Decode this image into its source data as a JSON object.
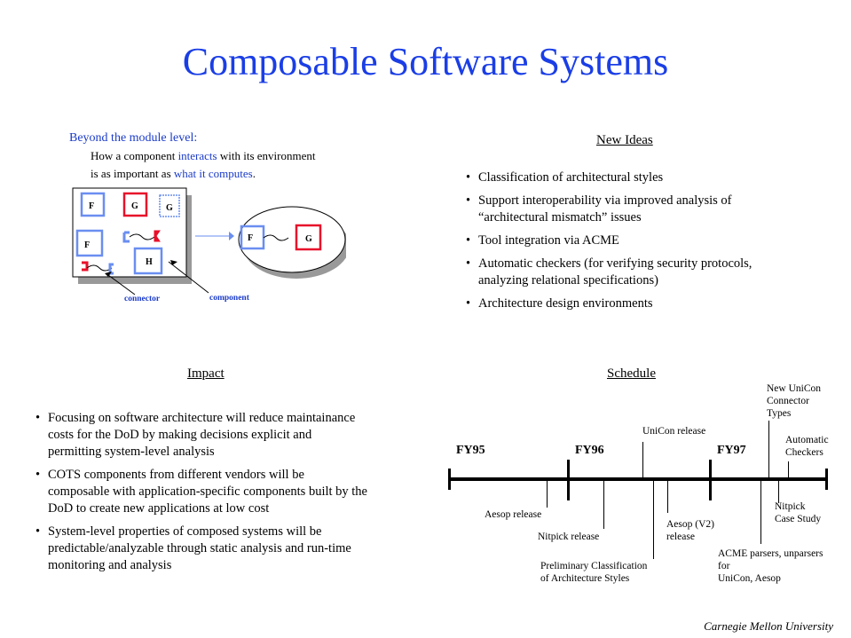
{
  "title": "Composable Software Systems",
  "intro": {
    "heading": "Beyond the module level:",
    "line1_a": "How a component ",
    "line1_b": "interacts",
    "line1_c": " with its environment",
    "line2_a": "is as important as ",
    "line2_b": "what it computes",
    "line2_c": "."
  },
  "diagram": {
    "labels": {
      "f": "F",
      "g": "G",
      "h": "H"
    },
    "connector_label": "connector",
    "component_label": "component"
  },
  "new_ideas": {
    "heading": "New Ideas",
    "items": [
      "Classification of architectural styles",
      "Support interoperability via improved analysis of “architectural mismatch” issues",
      "Tool integration via ACME",
      "Automatic checkers (for verifying security protocols, analyzing relational specifications)",
      "Architecture design environments"
    ]
  },
  "impact": {
    "heading": "Impact",
    "items": [
      "Focusing on software architecture will reduce maintainance costs for the DoD by making decisions explicit and permitting system-level analysis",
      "COTS components from different vendors will be composable with application-specific components built by the DoD to create new applications at low cost",
      "System-level properties of composed systems will be predictable/analyzable through static analysis and run-time monitoring and analysis"
    ]
  },
  "schedule": {
    "heading": "Schedule",
    "years": [
      "FY95",
      "FY96",
      "FY97"
    ],
    "events": [
      "Aesop release",
      "Nitpick release",
      "UniCon release",
      "Preliminary Classification\nof Architecture Styles",
      "Aesop (V2)\nrelease",
      "ACME parsers, unparsers\nfor\nUniCon, Aesop",
      "New UniCon\nConnector\nTypes",
      "Nitpick\nCase Study",
      "Automatic\nCheckers"
    ]
  },
  "footer": "Carnegie Mellon University"
}
